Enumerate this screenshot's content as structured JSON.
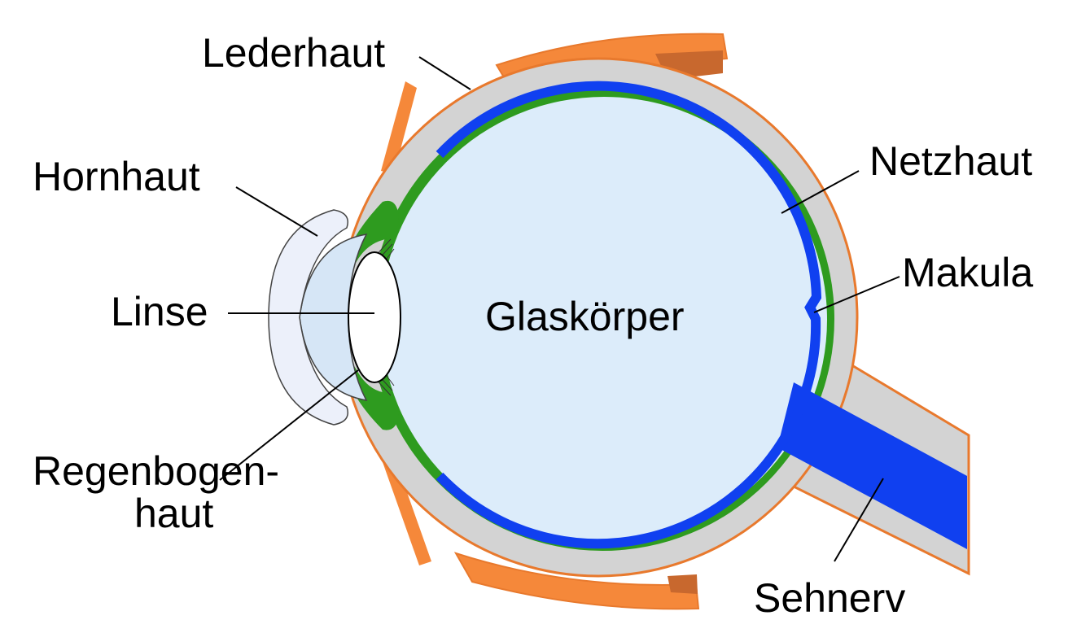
{
  "labels": {
    "lederhaut": "Lederhaut",
    "hornhaut": "Hornhaut",
    "linse": "Linse",
    "regenbogenhaut_line1": "Regenbogen-",
    "regenbogenhaut_line2": "haut",
    "glaskoerper": "Glaskörper",
    "netzhaut": "Netzhaut",
    "makula": "Makula",
    "sehnerv": "Sehnerv"
  },
  "colors": {
    "muscle": "#f5883a",
    "muscle_dark": "#c8682e",
    "sclera": "#d3d3d3",
    "sclera_border": "#e8792d",
    "choroid": "#2e9b1f",
    "retina": "#1040f0",
    "vitreous": "#dcecfa",
    "cornea": "#ecf0fa",
    "lens": "#ffffff"
  }
}
